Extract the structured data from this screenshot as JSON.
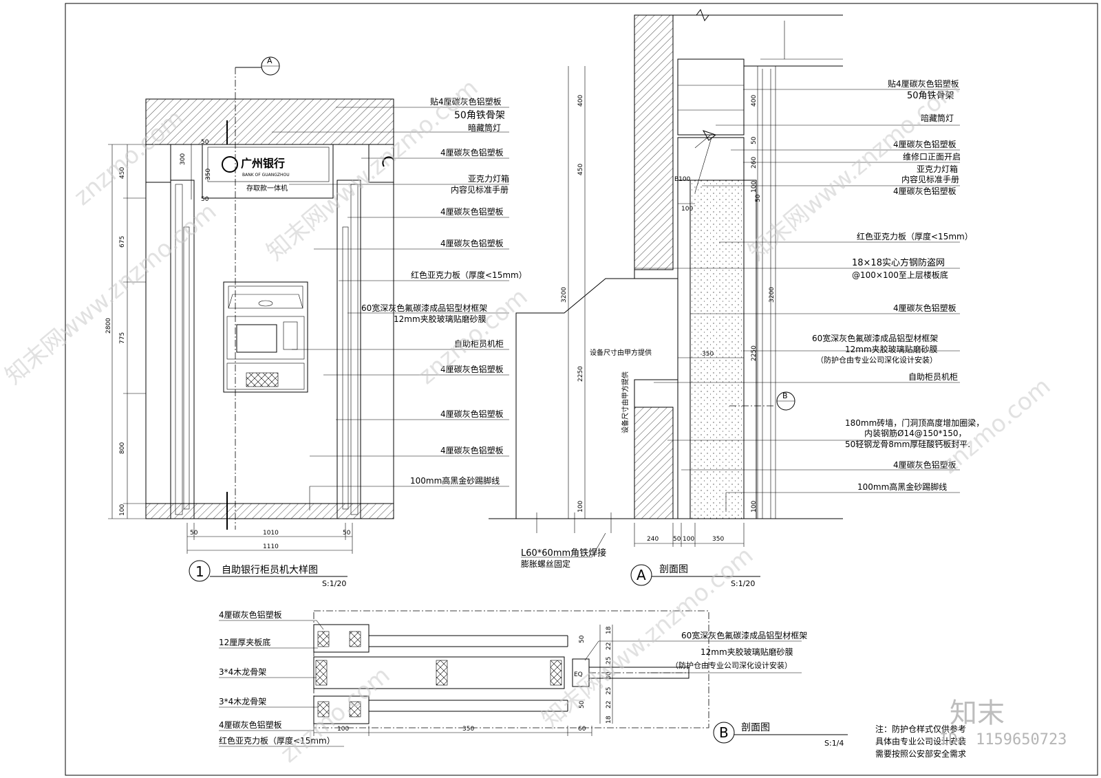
{
  "views": {
    "elevation": {
      "number": "1",
      "title": "自助银行柜员机大样图",
      "scale": "S:1/20",
      "section_mark": "A",
      "sign": {
        "bank_name": "广州银行",
        "bank_name_en": "BANK OF GUANGZHOU",
        "caption": "存取款一体机"
      },
      "labels": [
        "贴4厘碳灰色铝塑板",
        "50角铁骨架",
        "暗藏筒灯",
        "4厘碳灰色铝塑板",
        "亚克力灯箱",
        "内容见标准手册",
        "4厘碳灰色铝塑板",
        "4厘碳灰色铝塑板",
        "红色亚克力板（厚度<15mm）",
        "60宽深灰色氟碳漆成品铝型材框架",
        "12mm夹胶玻璃贴磨砂膜",
        "自助柜员机柜",
        "4厘碳灰色铝塑板",
        "4厘碳灰色铝塑板",
        "4厘碳灰色铝塑板",
        "100mm高黑金砂踢脚线"
      ],
      "dims_left": [
        "450",
        "675",
        "775",
        "800",
        "100",
        "2800"
      ],
      "dims_top": [
        "50",
        "350",
        "50",
        "300"
      ],
      "dims_bottom": [
        "50",
        "1010",
        "50",
        "1110"
      ]
    },
    "section_a": {
      "mark": "A",
      "title": "剖面图",
      "scale": "S:1/20",
      "section_mark": "B",
      "labels": [
        "贴4厘碳灰色铝塑板",
        "50角铁骨架",
        "暗藏筒灯",
        "4厘碳灰色铝塑板",
        "维修口正面开启",
        "亚克力灯箱",
        "内容见标准手册",
        "4厘碳灰色铝塑板",
        "红色亚克力板（厚度<15mm）",
        "18×18实心方钢防盗网",
        "@100×100至上层楼板底",
        "4厘碳灰色铝塑板",
        "60宽深灰色氟碳漆成品铝型材框架",
        "12mm夹胶玻璃贴磨砂膜",
        "（防护仓由专业公司深化设计安装）",
        "自助柜员机柜",
        "180mm砖墙，门洞顶高度增加圈梁，",
        "内装钢筋Ø14@150*150，",
        "50轻钢龙骨8mm厚硅酸钙板封平.",
        "4厘碳灰色铝塑板",
        "100mm高黑金砂踢脚线"
      ],
      "bottom_note": [
        "L60*60mm角铁焊接",
        "膨胀螺丝固定"
      ],
      "vertical_note_1": "设备尺寸由甲方提供",
      "vertical_note_2": "设备尺寸由甲方提供",
      "dims_left": [
        "400",
        "450",
        "3200",
        "2250",
        "100"
      ],
      "dims_right": [
        "400",
        "50",
        "260",
        "100",
        "3200",
        "2250",
        "100"
      ],
      "dims_inner": [
        "350",
        "B100",
        "100",
        "50"
      ],
      "dims_bottom": [
        "240",
        "50",
        "100",
        "350"
      ]
    },
    "section_b": {
      "mark": "B",
      "title": "剖面图",
      "scale": "S:1/4",
      "labels_left": [
        "4厘碳灰色铝塑板",
        "12厘厚夹板底",
        "3*4木龙骨架",
        "3*4木龙骨架",
        "4厘碳灰色铝塑板",
        "红色亚克力板（厚度<15mm）"
      ],
      "labels_right": [
        "60宽深灰色氟碳漆成品铝型材框架",
        "12mm夹胶玻璃贴磨砂膜",
        "（防护仓由专业公司深化设计安装）"
      ],
      "eq_label": "EQ",
      "dims_bottom": [
        "100",
        "350",
        "60"
      ],
      "dims_side": [
        "50",
        "50",
        "18",
        "22",
        "25",
        "30",
        "25",
        "22",
        "18"
      ]
    }
  },
  "note": {
    "lines": [
      "注：防护仓样式仅供参考",
      "具体由专业公司设计安装",
      "需要按照公安部安全需求"
    ]
  },
  "watermark": {
    "site": "znzmo.com",
    "site_cn": "知末网www.znzmo.com",
    "brand": "知末",
    "id": "ID: 1159650723"
  },
  "colors": {
    "line": "#000000",
    "watermark": "#c9c9c9",
    "background": "#ffffff"
  }
}
